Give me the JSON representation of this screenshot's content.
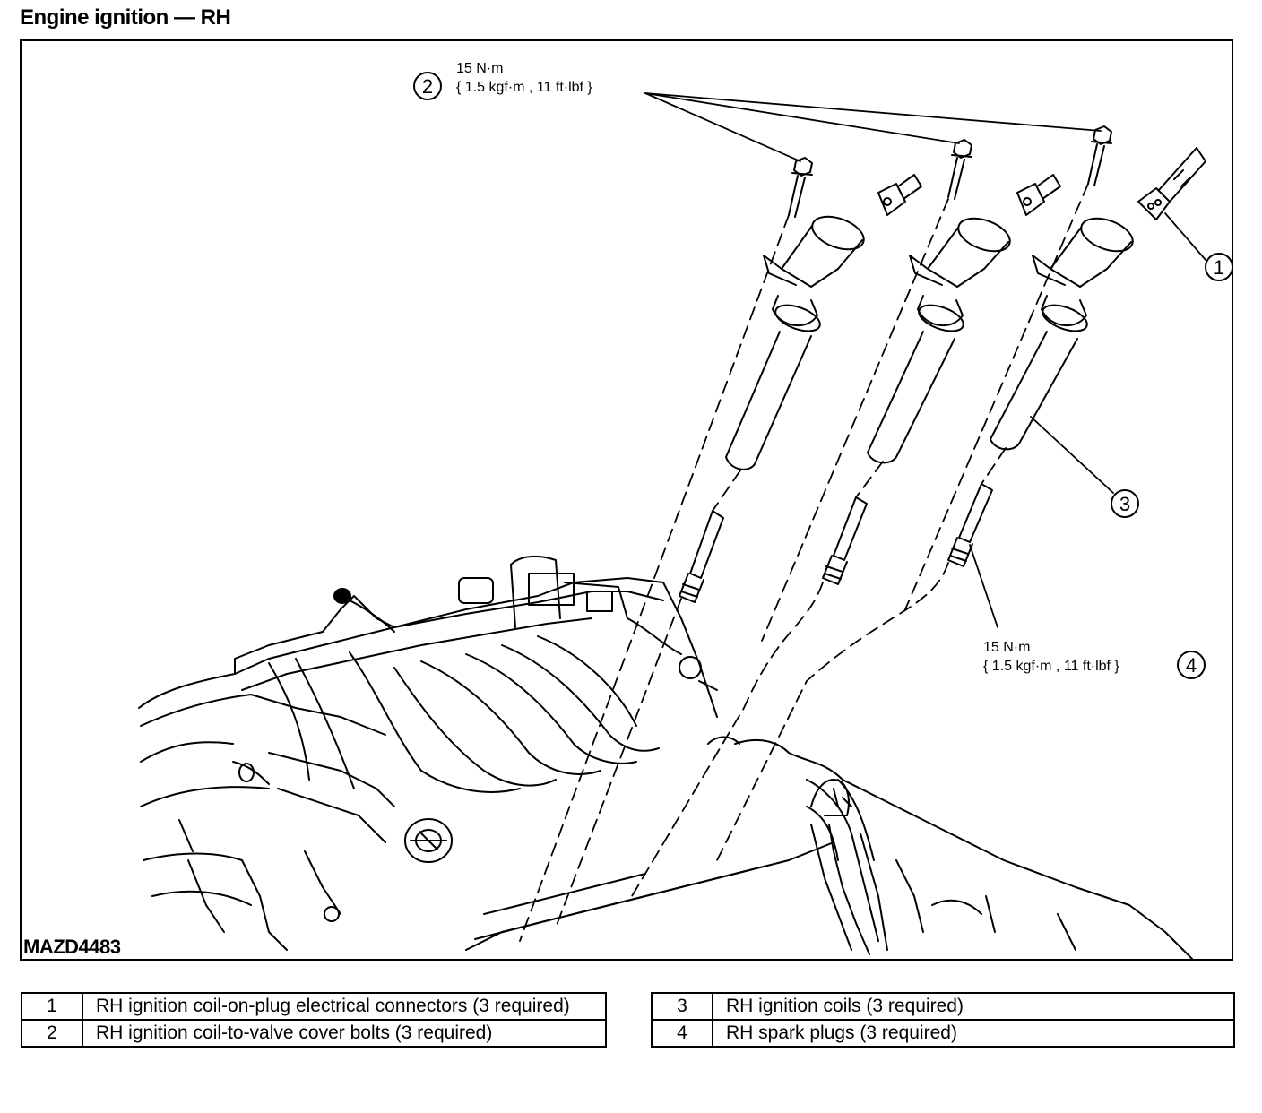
{
  "title": "Engine ignition — RH",
  "figure_code": "MAZD4483",
  "callouts": [
    {
      "id": "1"
    },
    {
      "id": "2",
      "torque_line1": "15 N·m",
      "torque_line2": "{ 1.5 kgf·m , 11 ft·lbf }"
    },
    {
      "id": "3"
    },
    {
      "id": "4",
      "torque_line1": "15 N·m",
      "torque_line2": "{ 1.5 kgf·m , 11 ft·lbf }"
    }
  ],
  "legend_left": [
    {
      "num": "1",
      "desc": "RH ignition coil-on-plug electrical connectors (3 required)"
    },
    {
      "num": "2",
      "desc": "RH ignition coil-to-valve cover bolts (3 required)"
    }
  ],
  "legend_right": [
    {
      "num": "3",
      "desc": "RH ignition coils (3 required)"
    },
    {
      "num": "4",
      "desc": "RH spark plugs (3 required)"
    }
  ]
}
